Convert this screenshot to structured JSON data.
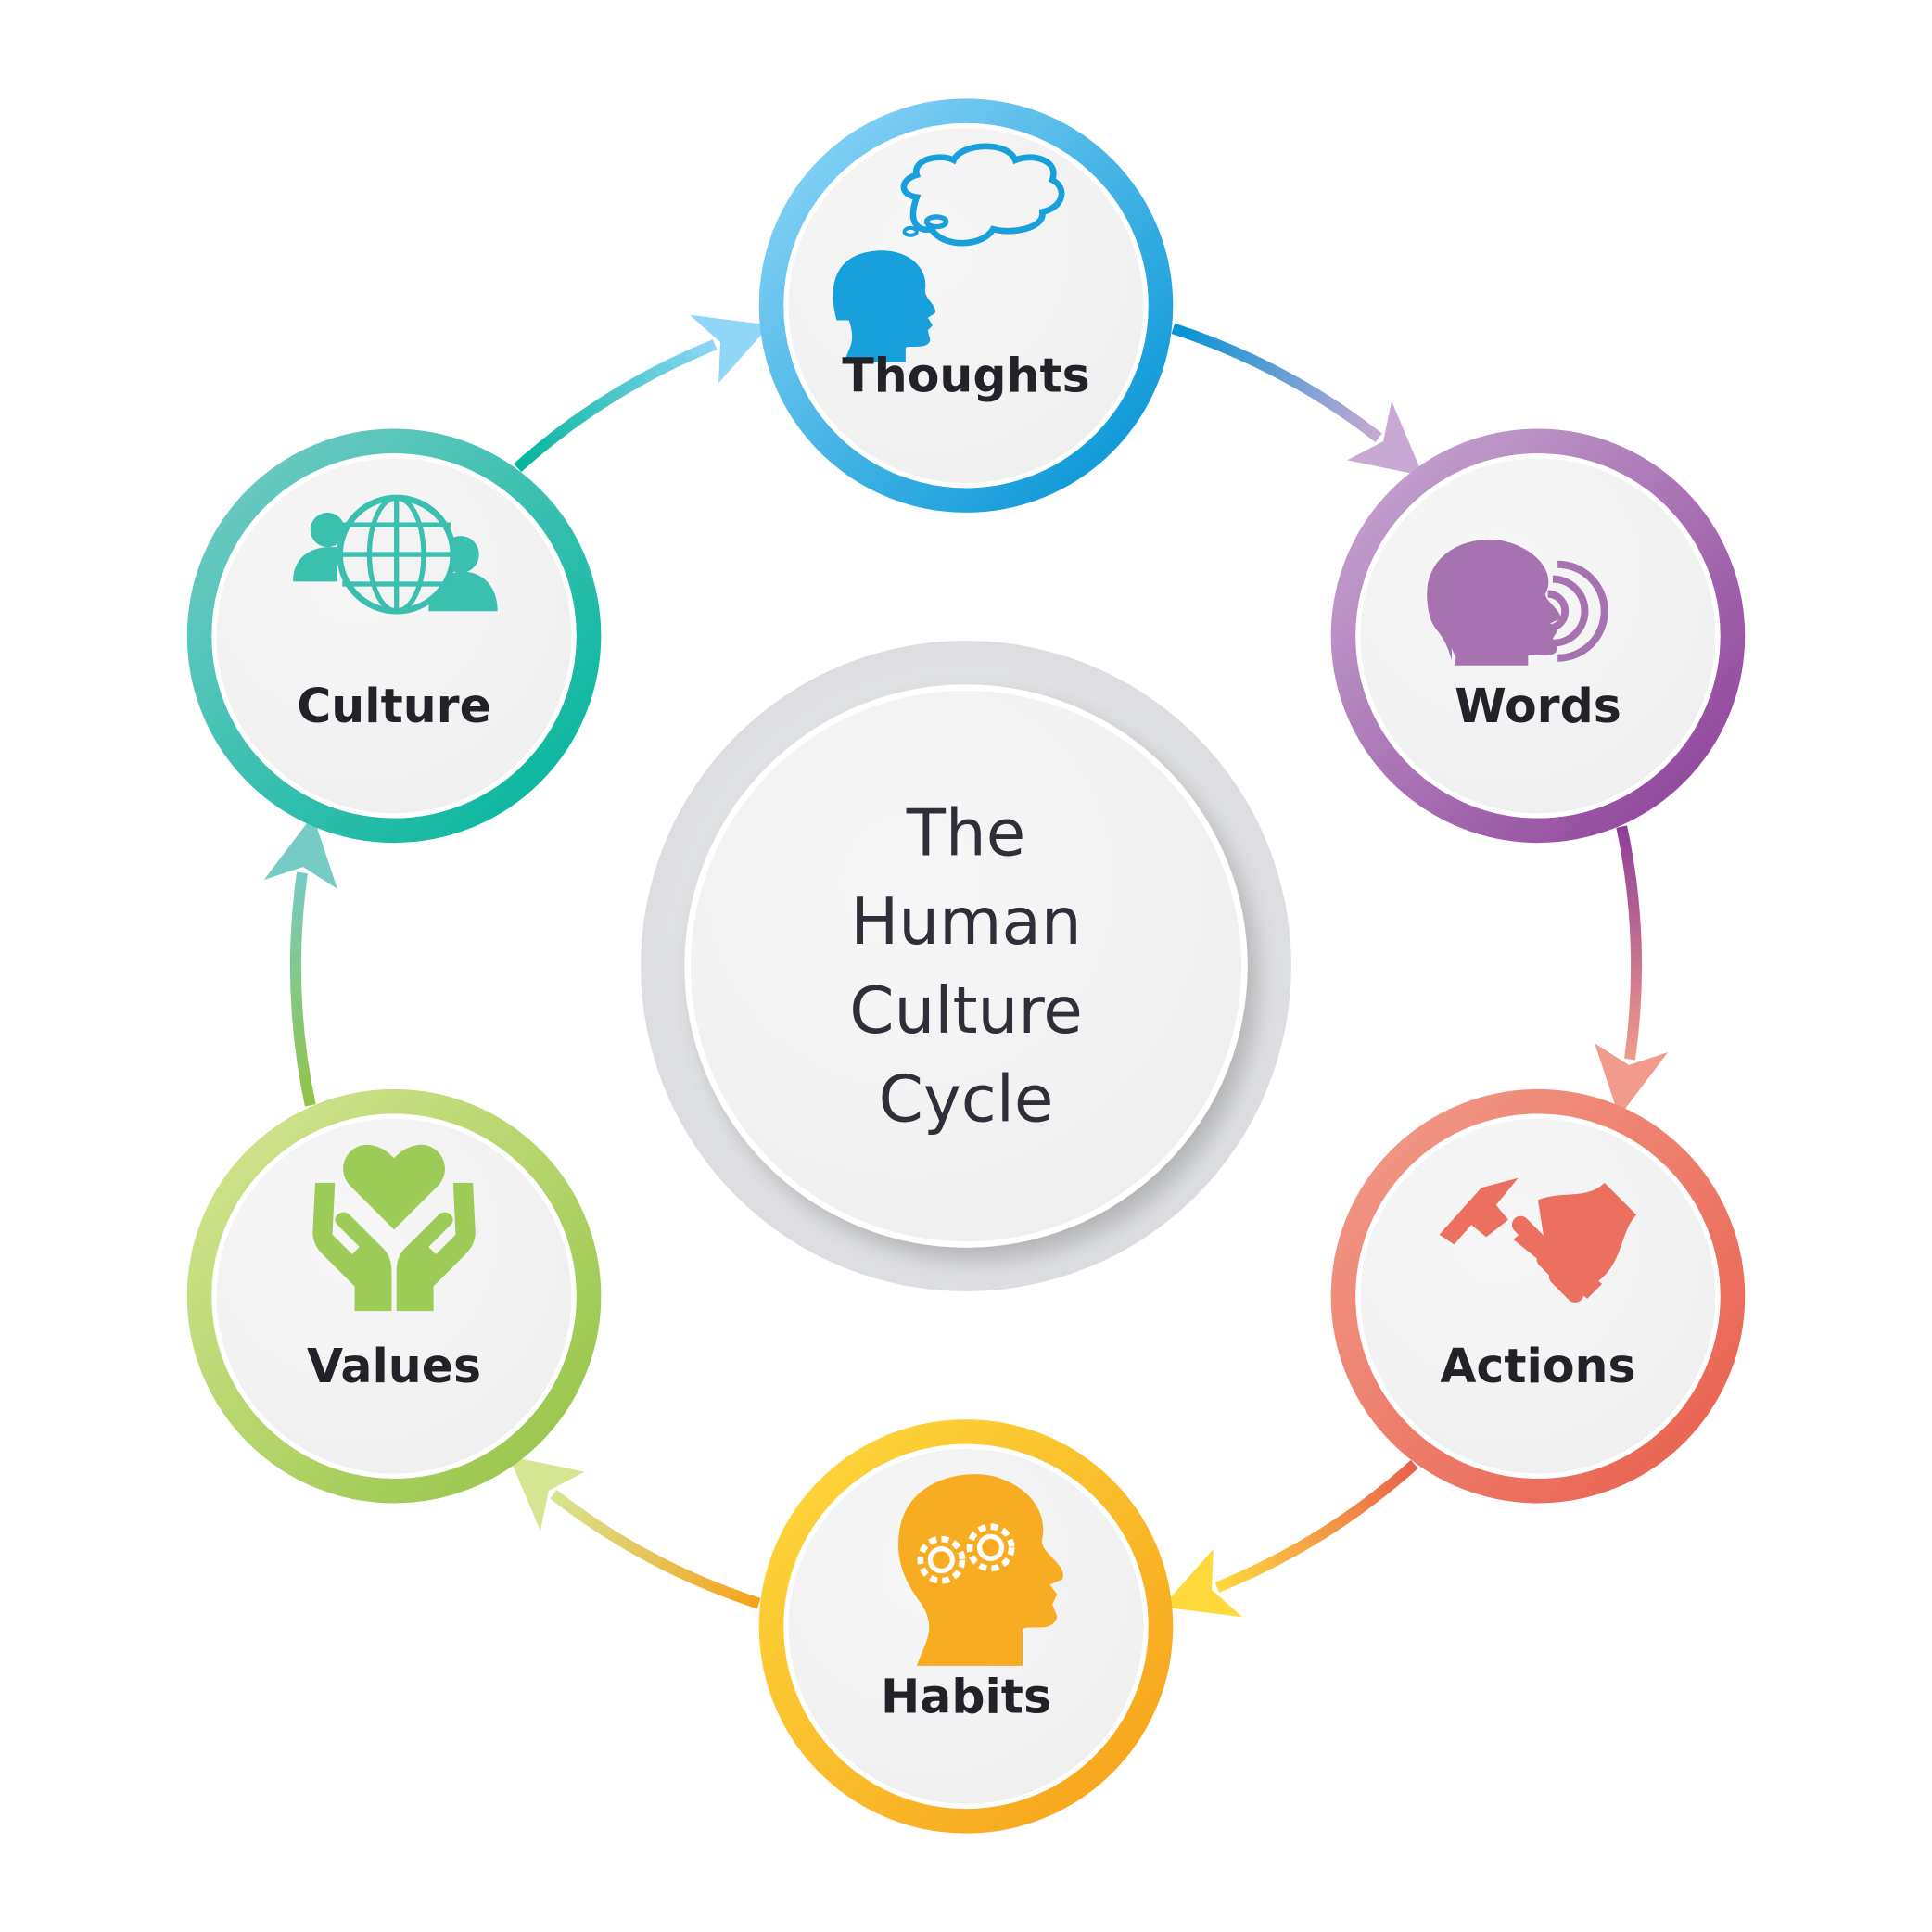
{
  "title": {
    "lines": [
      "The",
      "Human",
      "Culture",
      "Cycle"
    ]
  },
  "nodes": [
    {
      "label": "Thoughts",
      "icon": "head-thought-cloud-icon",
      "ring_start": "#8fd6f7",
      "ring_end": "#0093d5",
      "icon_color": "#17a0dc"
    },
    {
      "label": "Words",
      "icon": "head-speaking-icon",
      "ring_start": "#c8a9d3",
      "ring_end": "#8c3e97",
      "icon_color": "#a672b0"
    },
    {
      "label": "Actions",
      "icon": "hand-hammer-icon",
      "ring_start": "#f29b8a",
      "ring_end": "#e95f4d",
      "icon_color": "#ec7060"
    },
    {
      "label": "Habits",
      "icon": "head-gears-icon",
      "ring_start": "#fed93c",
      "ring_end": "#f6a11a",
      "icon_color": "#f7ac22"
    },
    {
      "label": "Values",
      "icon": "hands-heart-icon",
      "ring_start": "#d6e591",
      "ring_end": "#93c447",
      "icon_color": "#9dcb57"
    },
    {
      "label": "Culture",
      "icon": "people-globe-icon",
      "ring_start": "#76cbc5",
      "ring_end": "#00b59b",
      "icon_color": "#3bbfae"
    }
  ]
}
